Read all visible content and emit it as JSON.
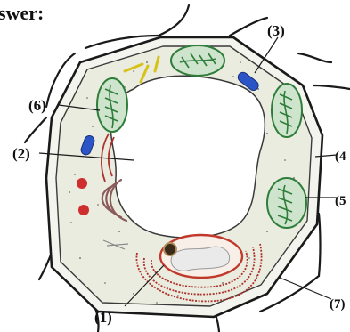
{
  "header_fragment": "swer:",
  "labels": {
    "l1": "(1)",
    "l2": "(2)",
    "l3": "(3)",
    "l4": "(4",
    "l5": "(5",
    "l6": "(6)",
    "l7": "(7)"
  },
  "colors": {
    "cell_wall": "#1a1a1a",
    "cytoplasm": "#e9ecdf",
    "vacuole": "#ffffff",
    "chloroplast_fill": "#cfe4cc",
    "chloroplast_edge": "#2e7d3a",
    "mitochondrion": "#2b55c6",
    "nucleus_edge": "#c0392b",
    "ribosome": "#d6342a",
    "golgi": "#8b5a5a",
    "er": "#b0302a",
    "rod_yellow": "#d8c21a"
  }
}
